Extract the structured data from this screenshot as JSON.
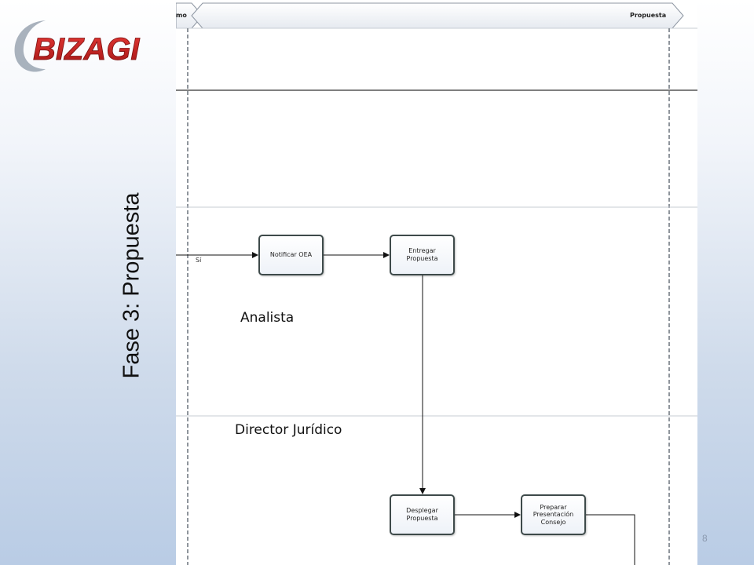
{
  "slide": {
    "title": "Fase 3: Propuesta",
    "page_number": "8"
  },
  "logo": {
    "text": "BizAgi",
    "colors": {
      "primary": "#c62828",
      "swoosh": "#9aa4b2"
    }
  },
  "diagram": {
    "phases": [
      {
        "label": "mo"
      },
      {
        "label": "Propuesta"
      }
    ],
    "lanes": [
      {
        "label": "Analista"
      },
      {
        "label": "Director Jurídico"
      }
    ],
    "tasks": [
      {
        "id": "notificar",
        "label": "Notificar OEA"
      },
      {
        "id": "entregar",
        "label": "Entregar\nPropuesta"
      },
      {
        "id": "desplegar",
        "label": "Desplegar\nPropuesta"
      },
      {
        "id": "preparar",
        "label": "Preparar\nPresentación\nConsejo"
      }
    ],
    "flow_label": "Sí"
  }
}
